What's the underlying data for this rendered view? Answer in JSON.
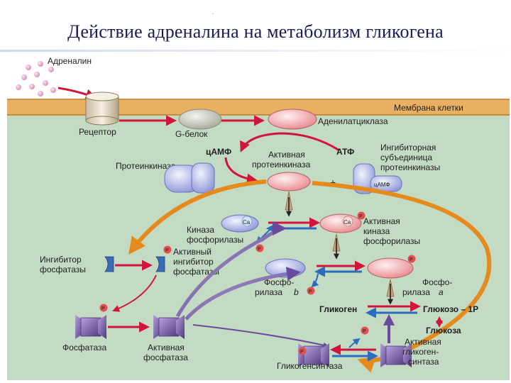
{
  "title": "Действие адреналина на метаболизм гликогена",
  "top_mark": "·",
  "colors": {
    "cytoplasm": "#c3dbc3",
    "membrane": "#e8b060",
    "membrane_line": "#c07a24",
    "red_arrow": "#d2143c",
    "blue_arrow": "#2a6cc0",
    "orange_arc": "#e58a1c",
    "purple_arc": "#6a4a9c",
    "phosphate": "#e05050"
  },
  "labels": {
    "adrenaline": "Адреналин",
    "membrane": "Мембрана клетки",
    "receptor": "Рецептор",
    "g_protein": "G-белок",
    "adenylate_cyclase": "Аденилатциклаза",
    "camp": "цАМФ",
    "atp": "АТФ",
    "protein_kinase": "Протеинкиназа",
    "active_protein_kinase": [
      "Активная",
      "протеинкиназа"
    ],
    "inhibitory_subunit": [
      "Ингибиторная",
      "субъединица",
      "протеинкиназы"
    ],
    "camp_small": "цАМФ",
    "plus": "+",
    "phosphorylase_kinase": [
      "Киназа",
      "фосфорилазы"
    ],
    "active_phosphorylase_kinase": [
      "Активная",
      "киназа",
      "фосфорилазы"
    ],
    "ca": "Ca",
    "p": "P",
    "phosphatase_inhibitor": [
      "Ингибитор",
      "фосфатазы"
    ],
    "active_inhibitor": [
      "Активный",
      "ингибитор",
      "фосфатазы"
    ],
    "phosphorylase_b": [
      "Фосфо-",
      "рилаза"
    ],
    "phosphorylase_b_letter": "b",
    "phosphorylase_a": [
      "Фосфо-",
      "рилаза"
    ],
    "phosphorylase_a_letter": "a",
    "glycogen": "Гликоген",
    "glucose_1p": "Глюкозо – 1P",
    "glucose": "Глюкоза",
    "phosphatase": "Фосфатаза",
    "active_phosphatase": [
      "Активная",
      "фосфатаза"
    ],
    "glycogen_synthase": "Гликогенсинтаза",
    "active_glycogen_synthase": [
      "Активная",
      "гликоген-",
      "синтаза"
    ]
  }
}
